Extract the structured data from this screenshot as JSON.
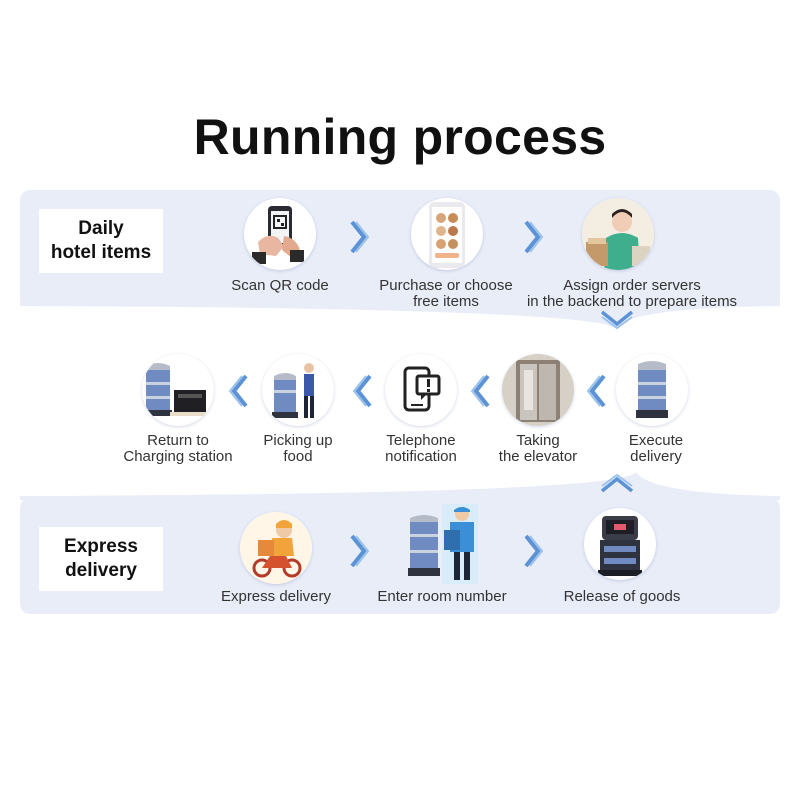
{
  "title": "Running process",
  "daily": {
    "label_line1": "Daily",
    "label_line2": "hotel items",
    "steps": [
      {
        "line1": "Scan QR code",
        "line2": "",
        "icon": "phone-qr-scan-icon"
      },
      {
        "line1": "Purchase or choose",
        "line2": "free items",
        "icon": "phone-menu-icon"
      },
      {
        "line1": "Assign order servers",
        "line2": "in the backend to prepare items",
        "icon": "staff-preparing-icon"
      }
    ]
  },
  "middle": {
    "steps": [
      {
        "line1": "Execute",
        "line2": "delivery",
        "icon": "delivery-robot-icon"
      },
      {
        "line1": "Taking",
        "line2": "the elevator",
        "icon": "elevator-icon"
      },
      {
        "line1": "Telephone",
        "line2": "notification",
        "icon": "phone-notification-icon"
      },
      {
        "line1": "Picking up",
        "line2": "food",
        "icon": "guest-pickup-icon"
      },
      {
        "line1": "Return to",
        "line2": "Charging station",
        "icon": "charging-station-icon"
      }
    ]
  },
  "express": {
    "label_line1": "Express",
    "label_line2": "delivery",
    "steps": [
      {
        "line1": "Express delivery",
        "icon": "courier-scooter-icon"
      },
      {
        "line1": "Enter room number",
        "icon": "courier-robot-icon"
      },
      {
        "line1": "Release of goods",
        "icon": "robot-release-icon"
      }
    ]
  },
  "colors": {
    "panel": "#e9edf8",
    "arrow": "#5b93d6",
    "title": "#111111"
  }
}
